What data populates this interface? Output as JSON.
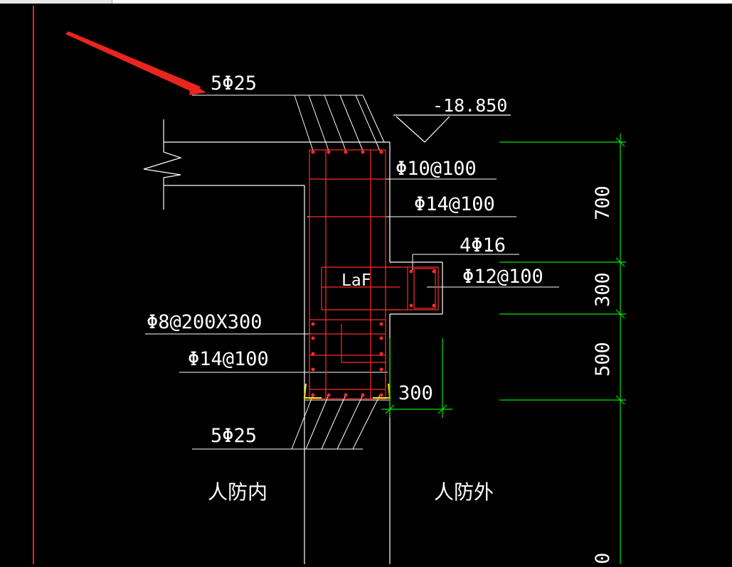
{
  "drawing": {
    "colors": {
      "background": "#000000",
      "outline": "#ffffff",
      "rebar": "#ff2a2a",
      "dimension": "#00e600",
      "pointer_arrow": "#e8261d",
      "highlight": "#ffe600"
    },
    "icons": {
      "pointer": "pointer-arrow-icon",
      "elevation_marker": "elevation-triangle-icon",
      "break_line": "break-line-icon"
    },
    "labels": {
      "top_rebar": "5Φ25",
      "bottom_rebar": "5Φ25",
      "elevation": "-18.850",
      "stirrup_top": "Φ10@100",
      "wall_bar_top": "Φ14@100",
      "ledge_rebar": "4Φ16",
      "ledge_stirrup": "Φ12@100",
      "anchorage": "LaF",
      "tie_bar": "Φ8@200X300",
      "wall_bar_bottom": "Φ14@100",
      "ledge_width": "300",
      "civil_defense_inside": "人防内",
      "civil_defense_outside": "人防外"
    },
    "dimensions": {
      "segment_1": "700",
      "segment_2": "300",
      "segment_3": "500",
      "segment_4": "0"
    }
  }
}
